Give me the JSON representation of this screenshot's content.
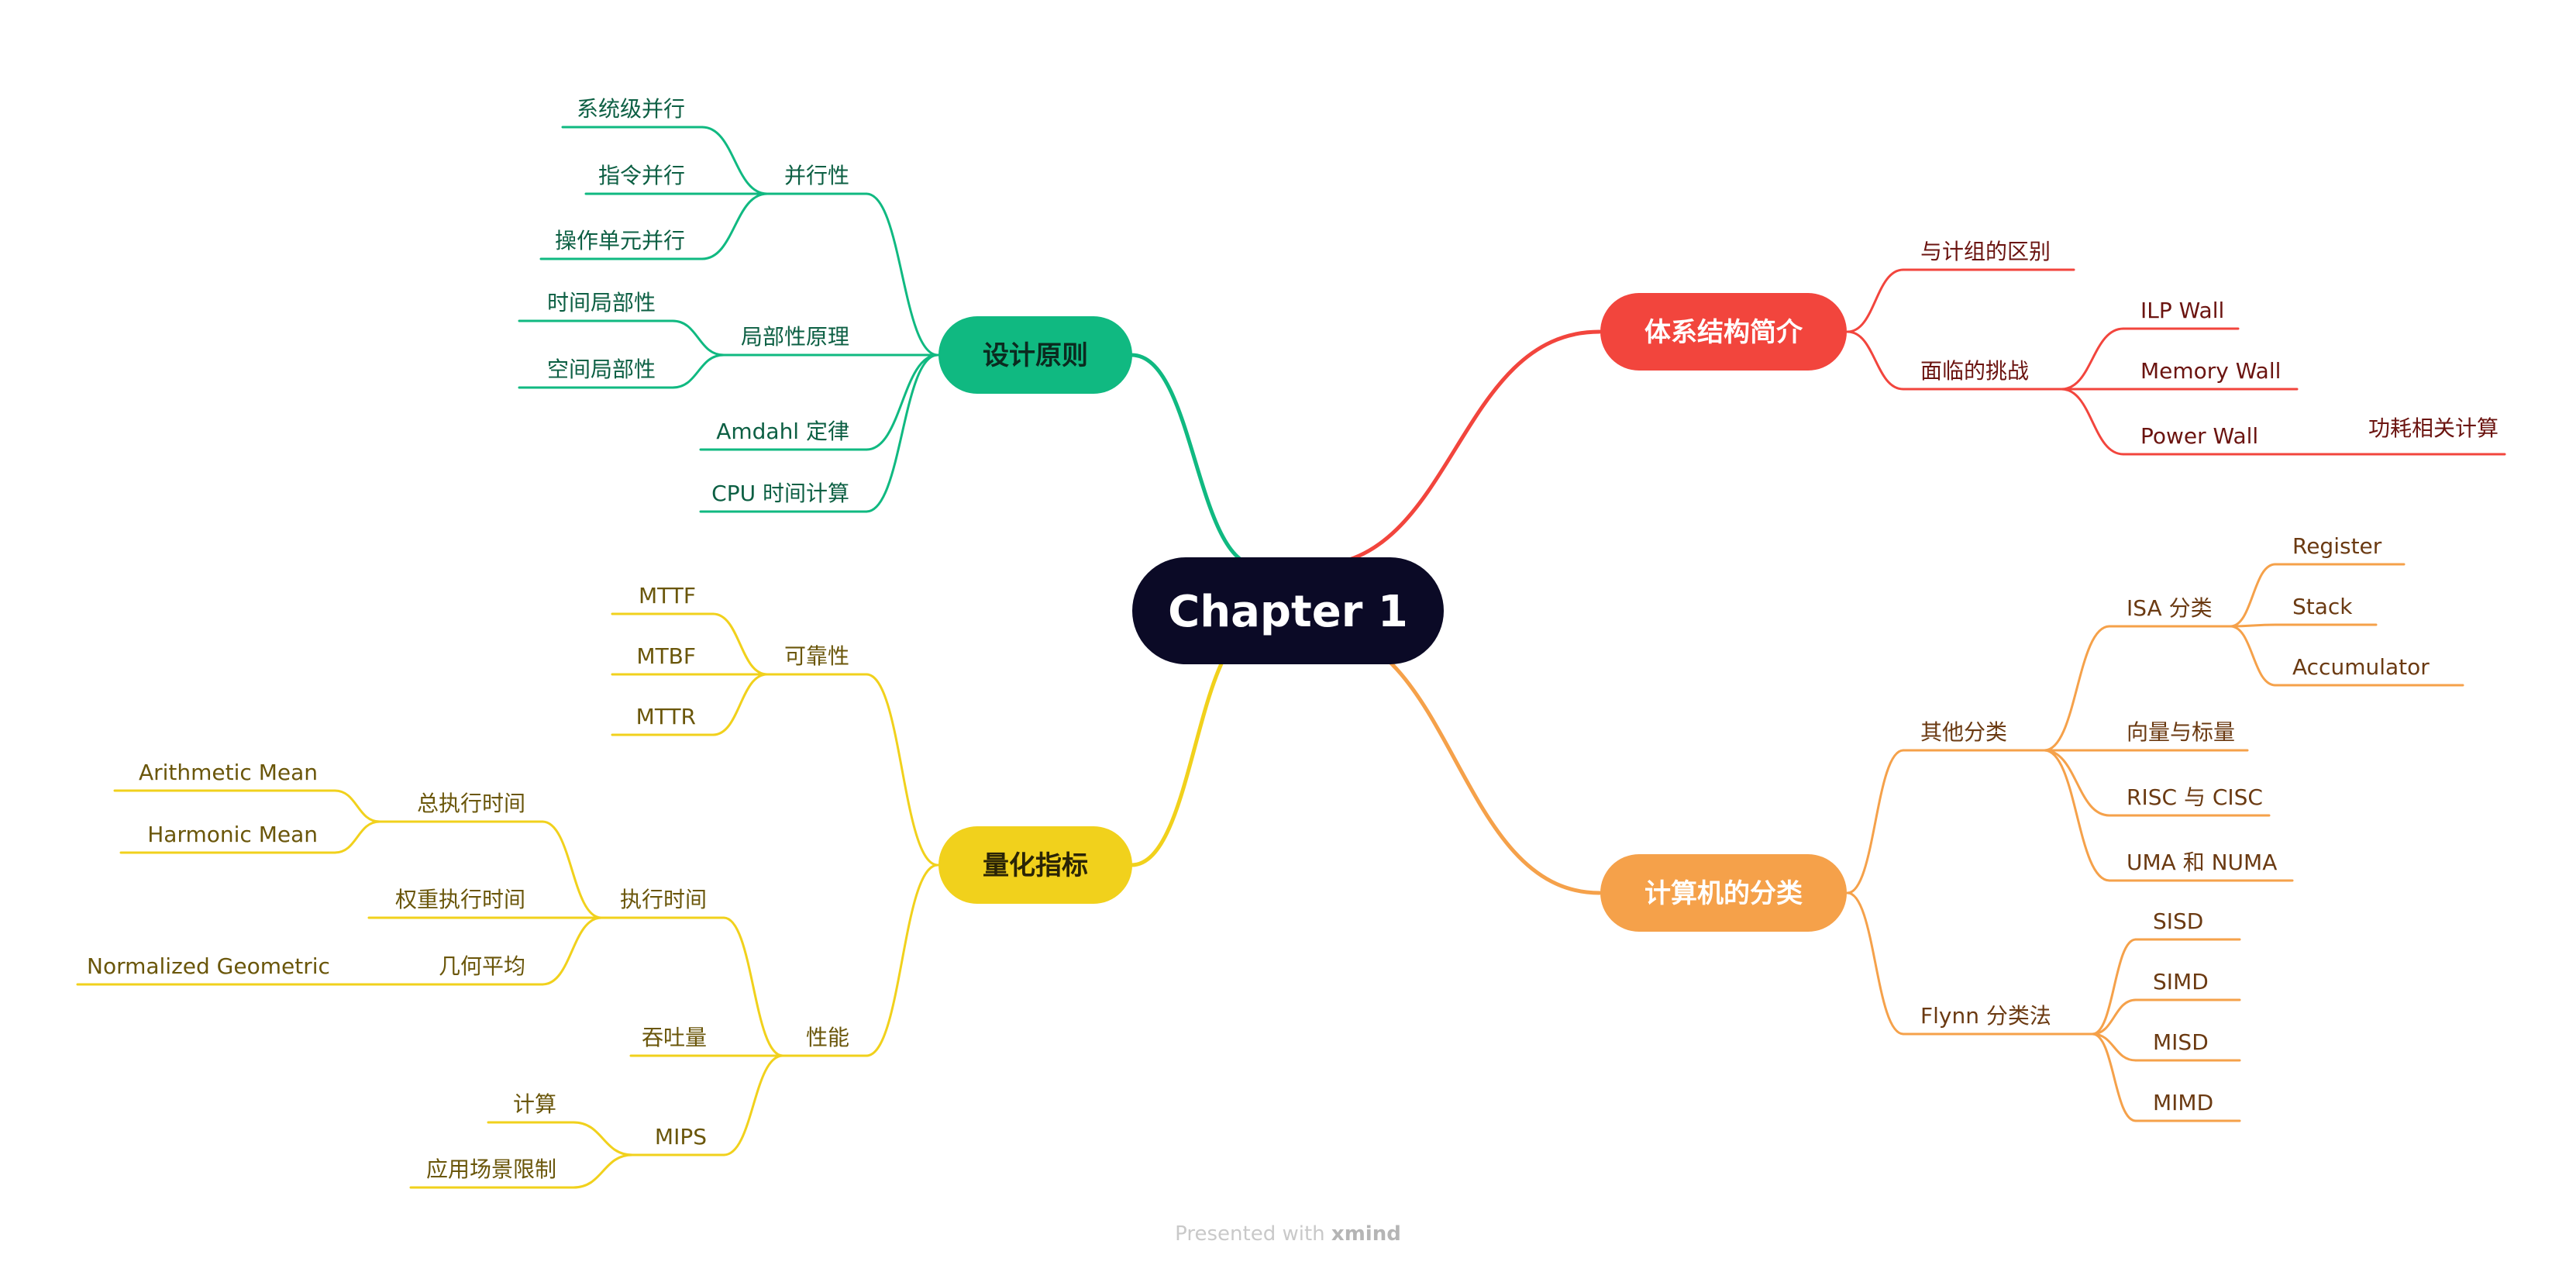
{
  "colors": {
    "root": "#0b0a26",
    "design": "#10b981",
    "design_text": "#0c5f43",
    "quant": "#f1d11c",
    "quant_text": "#6a560a",
    "arch": "#f2453d",
    "arch_text": "#6b1410",
    "classify": "#f5a14a",
    "classify_text": "#6b3a12"
  },
  "root": {
    "label": "Chapter 1"
  },
  "branches": {
    "design": {
      "label": "设计原则",
      "parallel": {
        "label": "并行性",
        "items": [
          "系统级并行",
          "指令并行",
          "操作单元并行"
        ]
      },
      "locality": {
        "label": "局部性原理",
        "items": [
          "时间局部性",
          "空间局部性"
        ]
      },
      "amdahl": {
        "label": "Amdahl 定律"
      },
      "cpu_time": {
        "label": "CPU 时间计算"
      }
    },
    "quant": {
      "label": "量化指标",
      "reliability": {
        "label": "可靠性",
        "items": [
          "MTTF",
          "MTBF",
          "MTTR"
        ]
      },
      "performance": {
        "label": "性能",
        "exec_time": {
          "label": "执行时间",
          "total": {
            "label": "总执行时间",
            "items": [
              "Arithmetic Mean",
              "Harmonic Mean"
            ]
          },
          "weighted": {
            "label": "权重执行时间"
          },
          "geo": {
            "label": "几何平均",
            "items": [
              "Normalized Geometric"
            ]
          }
        },
        "throughput": {
          "label": "吞吐量"
        },
        "mips": {
          "label": "MIPS",
          "items": [
            "计算",
            "应用场景限制"
          ]
        }
      }
    },
    "arch": {
      "label": "体系结构简介",
      "diff": {
        "label": "与计组的区别"
      },
      "challenges": {
        "label": "面临的挑战",
        "ilp": {
          "label": "ILP Wall"
        },
        "memory": {
          "label": "Memory Wall"
        },
        "power": {
          "label": "Power Wall",
          "items": [
            "功耗相关计算"
          ]
        }
      }
    },
    "classify": {
      "label": "计算机的分类",
      "other": {
        "label": "其他分类",
        "isa": {
          "label": "ISA 分类",
          "items": [
            "Register",
            "Stack",
            "Accumulator"
          ]
        },
        "vector": {
          "label": "向量与标量"
        },
        "risc": {
          "label": "RISC 与 CISC"
        },
        "uma": {
          "label": "UMA 和 NUMA"
        }
      },
      "flynn": {
        "label": "Flynn 分类法",
        "items": [
          "SISD",
          "SIMD",
          "MISD",
          "MIMD"
        ]
      }
    }
  },
  "footer": {
    "prefix": "Presented with ",
    "brand": "xmind"
  }
}
